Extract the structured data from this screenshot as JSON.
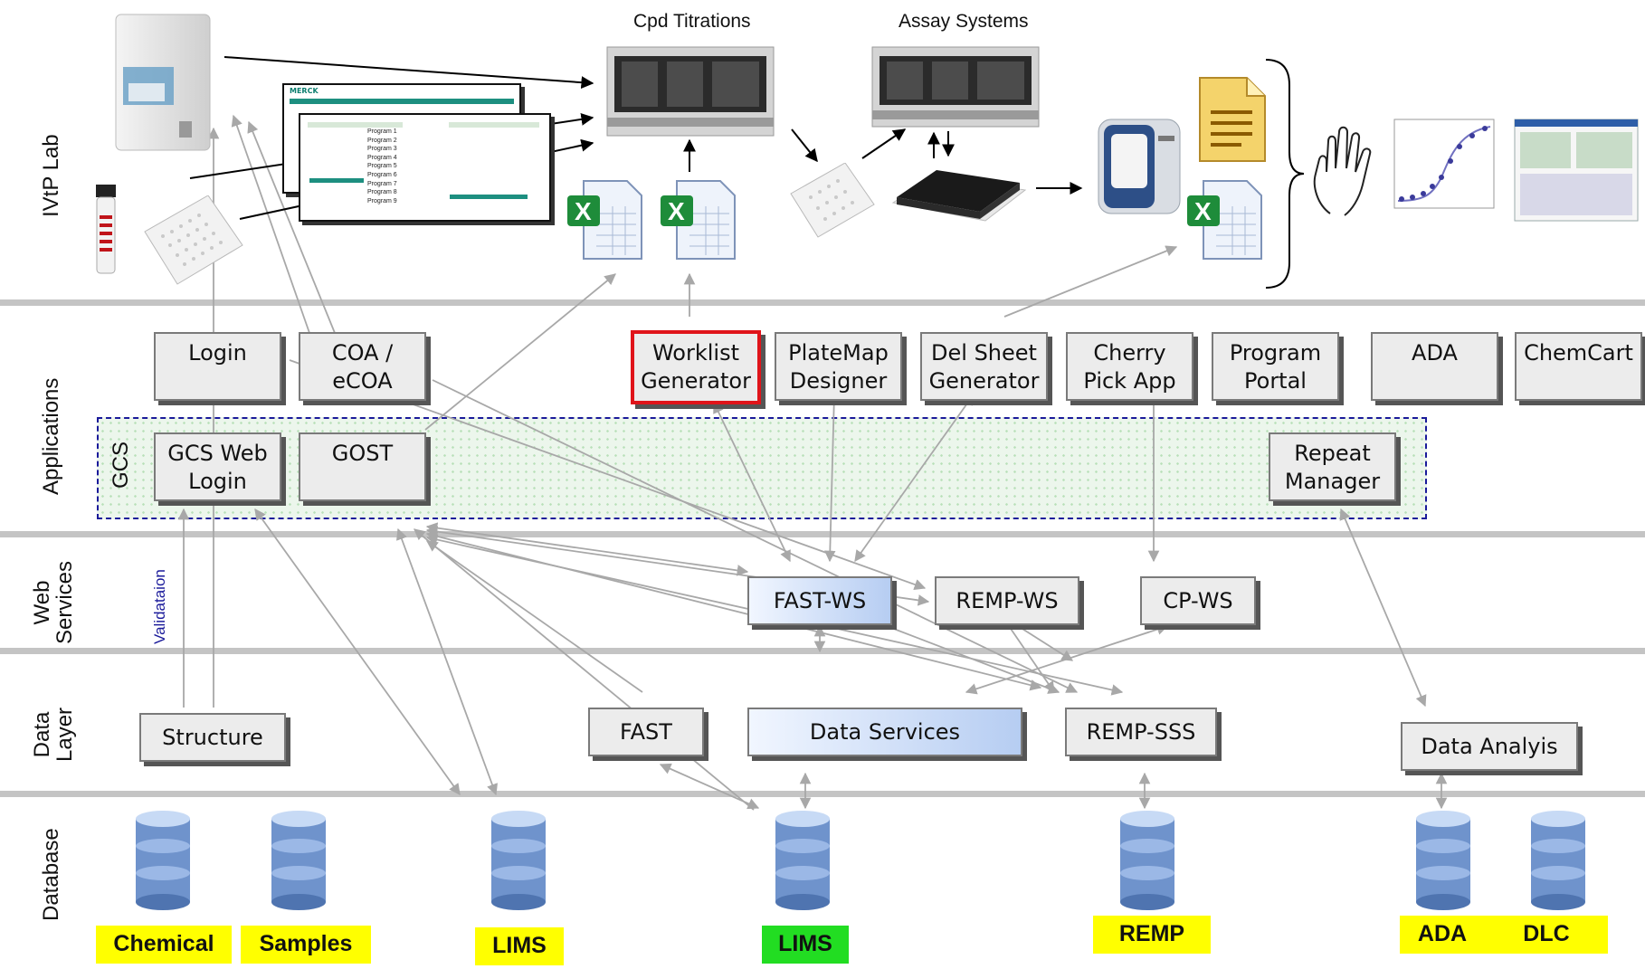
{
  "layers": {
    "ivtp_lab": "IVtP Lab",
    "applications": "Applications",
    "gcs": "GCS",
    "web_services": "Web\nServices",
    "data_layer": "Data\nLayer",
    "database": "Database",
    "validation": "Validataion"
  },
  "lab": {
    "cpd_titrations": "Cpd Titrations",
    "assay_systems": "Assay Systems",
    "screen_programs": [
      "Program 1",
      "Program 2",
      "Program 3",
      "Program 4",
      "Program 5",
      "Program 6",
      "Program 7",
      "Program 8",
      "Program 9"
    ]
  },
  "applications": {
    "login": "Login",
    "coa": "COA /\neCOA",
    "worklist": "Worklist\nGenerator",
    "platemap": "PlateMap\nDesigner",
    "delsheet": "Del Sheet\nGenerator",
    "cherrypick": "Cherry\nPick App",
    "portal": "Program\nPortal",
    "ada": "ADA",
    "chemcart": "ChemCart",
    "gcs_web_login": "GCS Web\nLogin",
    "gost": "GOST",
    "repeat_manager": "Repeat\nManager"
  },
  "web_services": {
    "fast_ws": "FAST-WS",
    "remp_ws": "REMP-WS",
    "cp_ws": "CP-WS"
  },
  "data_layer": {
    "structure": "Structure",
    "fast": "FAST",
    "data_services": "Data Services",
    "remp_sss": "REMP-SSS",
    "data_analysis": "Data Analyis"
  },
  "databases": {
    "chemical": "Chemical",
    "samples": "Samples",
    "lims1": "LIMS",
    "lims2": "LIMS",
    "remp": "REMP",
    "ada": "ADA",
    "dlc": "DLC"
  },
  "colors": {
    "highlight": "#e0141a",
    "db_label": "#ffff00",
    "db_label_active": "#22dd22",
    "separator": "#c4c4c4",
    "gcs_border": "#1a1a9a"
  }
}
